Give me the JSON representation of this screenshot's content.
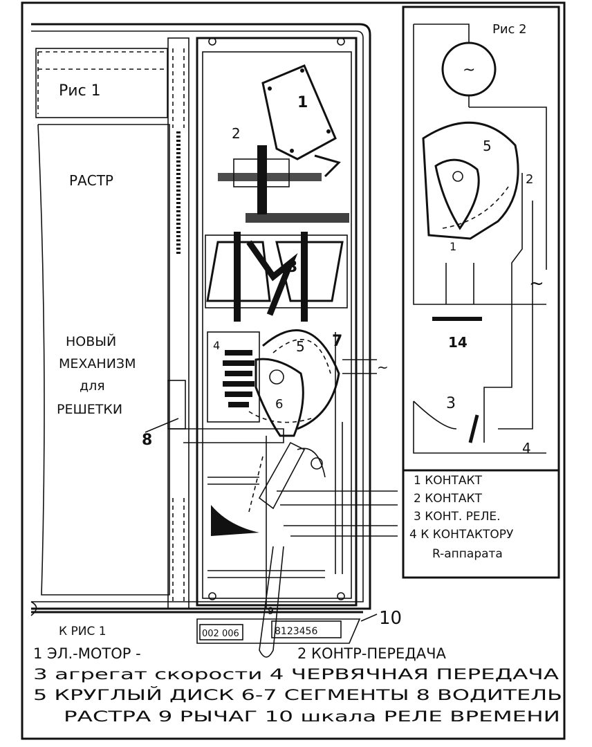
{
  "fig1": {
    "title": "Рис 1",
    "raster_label": "РАСТР",
    "mechanism_label": [
      "НОВЫЙ",
      "МЕХАНИЗМ",
      "для",
      "РЕШЕТКИ"
    ],
    "part_numbers": [
      "1",
      "2",
      "3",
      "4",
      "5",
      "6",
      "7",
      "8",
      "9",
      "10"
    ],
    "scale_left": "002 006",
    "scale_right": "8123456",
    "ac_symbol": "~"
  },
  "fig2": {
    "title": "Рис 2",
    "part_numbers": [
      "5",
      "2",
      "1",
      "14",
      "3",
      "4"
    ],
    "ac_symbol": "~",
    "generator_symbol": "~",
    "legend": [
      "1  КОНТАКТ",
      "2  КОНТАКТ",
      "3  КОНТ. РЕЛЕ.",
      "4  К КОНТАКТОРУ",
      "R-аппарата"
    ]
  },
  "caption": {
    "heading": "К РИС 1",
    "lines": [
      "1 ЭЛ.-МОТОР -",
      "2 КОНТР-ПЕРЕДАЧА",
      "3 агрегат скорости  4 ЧЕРВЯЧНАЯ ПЕРЕДАЧА",
      "5 КРУГЛЫЙ ДИСК  6-7 СЕГМЕНТЫ 8 ВОДИТЕЛЬ",
      "РАСТРА 9 РЫЧАГ 10  шкала РЕЛЕ ВРЕМЕНИ"
    ]
  }
}
